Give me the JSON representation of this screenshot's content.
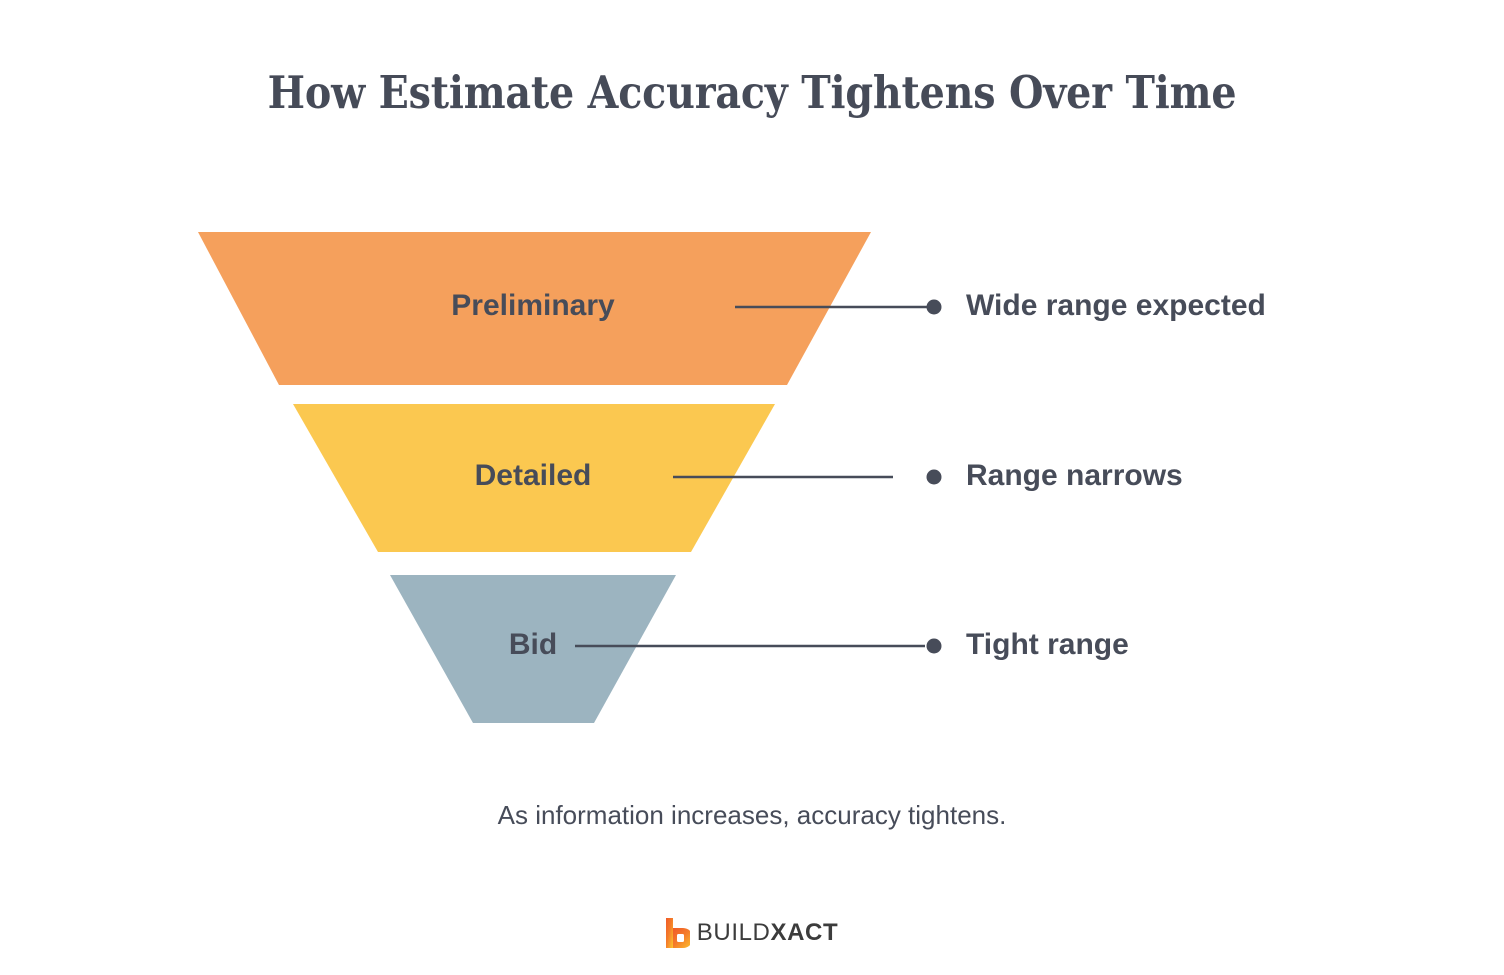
{
  "title": "How Estimate Accuracy Tightens Over Time",
  "caption": "As information increases, accuracy tightens.",
  "colors": {
    "background": "#ffffff",
    "title_text": "#464b58",
    "body_text": "#474c59",
    "stage_preliminary": "#f5a05c",
    "stage_detailed": "#fbc850",
    "stage_bid": "#9cb4c0",
    "connector": "#474c59"
  },
  "funnel": {
    "stages": [
      {
        "label": "Preliminary",
        "callout": "Wide range expected",
        "color": "#f5a05c",
        "top_width": 673,
        "bottom_width": 508
      },
      {
        "label": "Detailed",
        "callout": "Range narrows",
        "color": "#fbc850",
        "top_width": 482,
        "bottom_width": 313
      },
      {
        "label": "Bid",
        "callout": "Tight range",
        "color": "#9cb4c0",
        "top_width": 286,
        "bottom_width": 121
      }
    ]
  },
  "logo": {
    "mark": "buildxact-b-mark",
    "word_light": "BUILD",
    "word_bold": "XACT"
  }
}
